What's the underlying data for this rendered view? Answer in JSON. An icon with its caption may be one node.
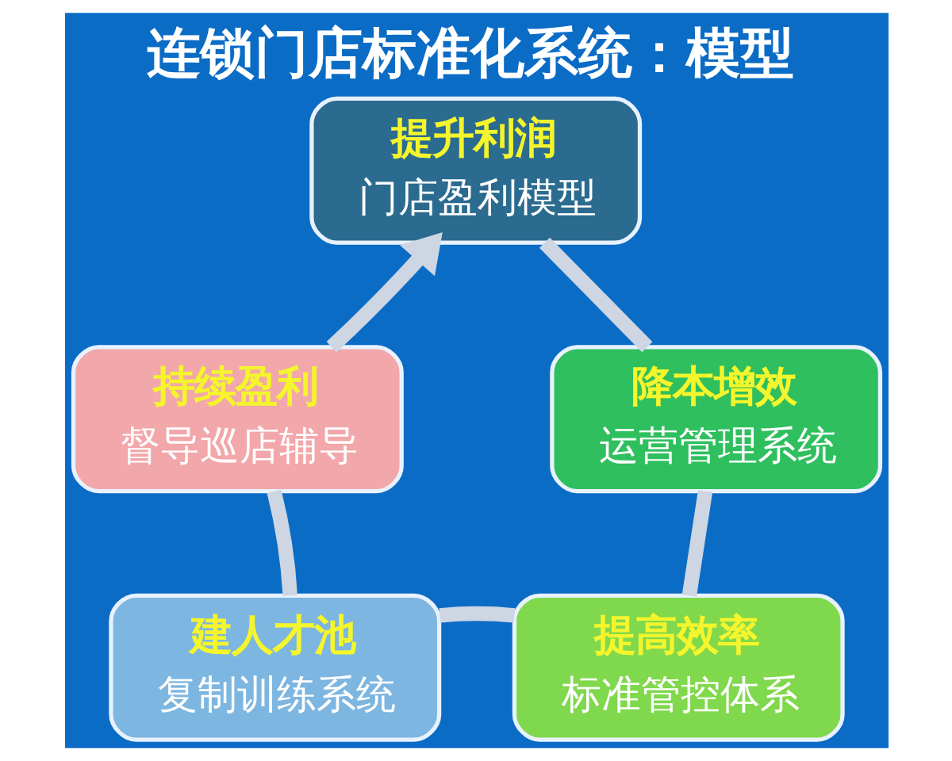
{
  "diagram": {
    "title": "连锁门店标准化系统：模型",
    "nodes": [
      {
        "text": [
          "提升利润",
          "门店盈利模型"
        ]
      },
      {
        "text": [
          "降本增效",
          "运营管理系统"
        ]
      },
      {
        "text": [
          "提高效率",
          "标准管控体系"
        ]
      },
      {
        "text": [
          "建人才池",
          "复制训练系统"
        ]
      },
      {
        "text": [
          "持续盈利",
          "督导巡店辅导"
        ]
      }
    ],
    "edges": [
      {
        "from": 0,
        "to": 1,
        "arrow": "none"
      },
      {
        "from": 1,
        "to": 2,
        "arrow": "none"
      },
      {
        "from": 2,
        "to": 3,
        "arrow": "none"
      },
      {
        "from": 3,
        "to": 4,
        "arrow": "none"
      },
      {
        "from": 4,
        "to": 0,
        "arrow": "to"
      }
    ]
  }
}
